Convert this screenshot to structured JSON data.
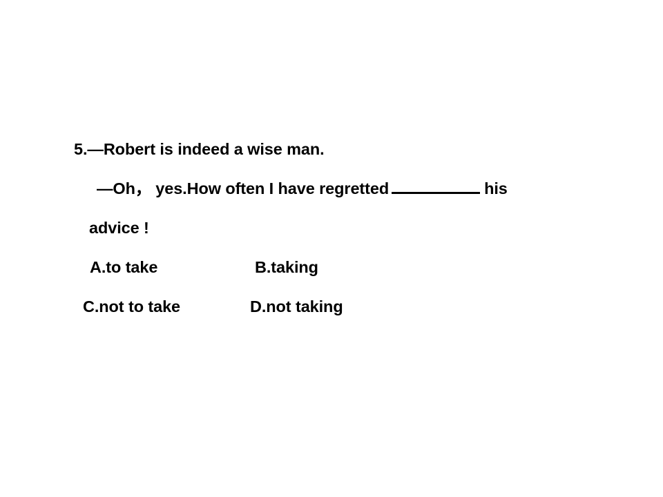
{
  "slide": {
    "background_color": "#ffffff",
    "text_color": "#000000",
    "question": {
      "number_prefix": "5.",
      "speaker_dash": "—",
      "line1_text": "Robert is indeed a wise man.",
      "line1_full": "5.—Robert is indeed a wise man.",
      "line2_dash": "—",
      "line2_before_comma": "Oh",
      "line2_comma": "，",
      "line2_after_comma": "yes.How often I have regretted",
      "line2_blank": "________",
      "line2_after_blank": "his",
      "line2_full": "—Oh，yes.How often I have regretted ________ his",
      "line3_full": "advice !",
      "options": [
        {
          "key": "A",
          "label": "A.to take"
        },
        {
          "key": "B",
          "label": "B.taking"
        },
        {
          "key": "C",
          "label": "C.not to take"
        },
        {
          "key": "D",
          "label": "D.not taking"
        }
      ]
    }
  }
}
